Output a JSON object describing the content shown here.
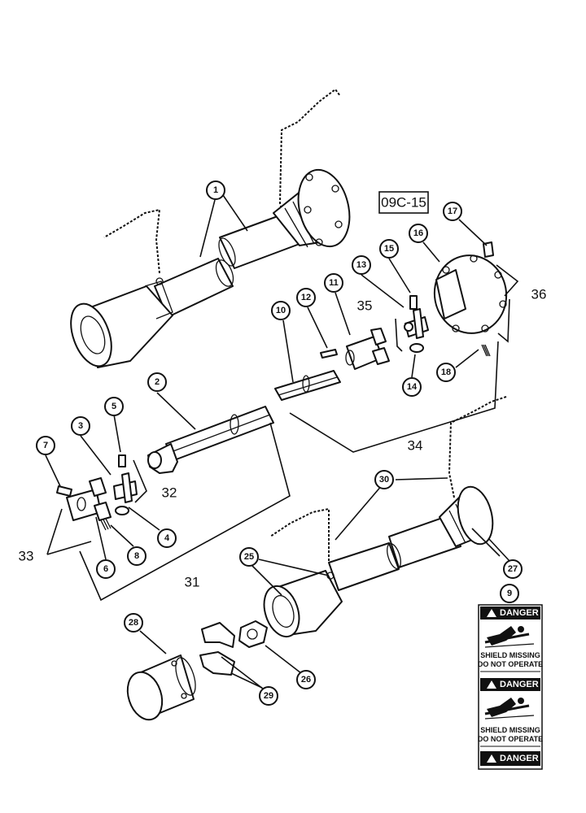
{
  "diagram": {
    "reference": "09C-15",
    "callouts": {
      "c1": "1",
      "c2": "2",
      "c3": "3",
      "c4": "4",
      "c5": "5",
      "c6": "6",
      "c7": "7",
      "c8": "8",
      "c9": "9",
      "c10": "10",
      "c11": "11",
      "c12": "12",
      "c13": "13",
      "c14": "14",
      "c15": "15",
      "c16": "16",
      "c17": "17",
      "c18": "18",
      "c25": "25",
      "c26": "26",
      "c27": "27",
      "c28": "28",
      "c29": "29",
      "c30": "30"
    },
    "group_numbers": {
      "n31": "31",
      "n32": "32",
      "n33": "33",
      "n34": "34",
      "n35": "35",
      "n36": "36"
    },
    "decal": {
      "danger_1": "DANGER",
      "danger_2": "DANGER",
      "danger_3": "DANGER",
      "shield_1_line1": "SHIELD MISSING",
      "shield_1_line2": "DO NOT OPERATE",
      "shield_2_line1": "SHIELD MISSING",
      "shield_2_line2": "DO NOT OPERATE"
    }
  }
}
